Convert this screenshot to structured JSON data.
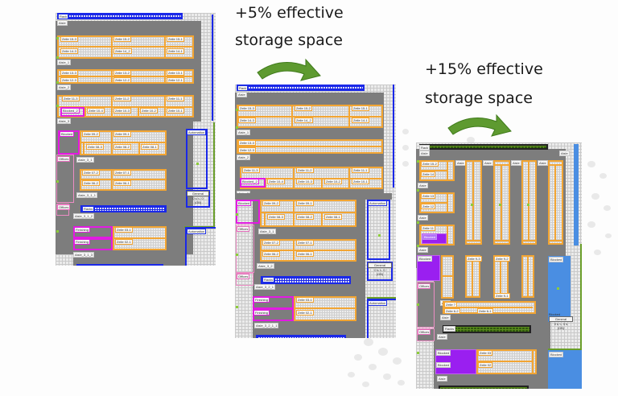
{
  "captions": {
    "step1_line1": "+5% effective",
    "step1_line2": "storage space",
    "step2_line1": "+15% effective",
    "step2_line2": "storage space"
  },
  "colors": {
    "rack_orange": "#f2a533",
    "automation_blue": "#1a28e8",
    "blocked_magenta": "#e21ae2",
    "offices_pink": "#ec8cc4",
    "blocked_purple": "#9a1ff0",
    "blocked_blue": "#4a8ee2",
    "aisle_gray": "#7d7d7d",
    "arrow_green": "#5e9a30",
    "dense_rack_green": "#2f5a0c"
  },
  "layouts": [
    {
      "name": "original",
      "labels": {
        "racks_top": "Rack",
        "aisle_top": "Aisle",
        "z15_3": "Zeile 15-3",
        "z15_2": "Zeile 15-2",
        "z15_1": "Zeile 15-1",
        "z14_3": "Zeile 14-3",
        "z14_2": "Zeile 14_2",
        "z14_1": "Zeile 14-1",
        "aisle_1": "Aisle_1",
        "z13_3": "Zeile 13-3",
        "z13_2": "Zeile 13-2",
        "z13_1": "Zeile 13-1",
        "z12_3": "Zeile 12-3",
        "z12_2": "Zeile 12-2",
        "z12_1": "Zeile 12-1",
        "aisle_2": "Aisle_2",
        "z11_3": "Zeile 11-3",
        "z11_2": "Zeile 11-2",
        "z11_1": "Zeile 11-1",
        "blocked_2": "Blocked_2",
        "z10_4": "Zeile 10-4",
        "z10_3": "Zeile 10-3",
        "z10_2": "Zeile 10-2",
        "z10_1": "Zeile 10-1",
        "aisle_3": "Aisle_3",
        "blocked": "Blocked",
        "z09_2": "Zeile 09-2",
        "z09_1": "Zeile 09-1",
        "z08_3": "Zeile 08-3",
        "z08_2": "Zeile 08-2",
        "z08_1": "Zeile 08-1",
        "offices_1": "Offices",
        "aisle_3_1": "Aisle_3_1",
        "z07_2": "Zeile 07-2",
        "z07_1": "Zeile 07-1",
        "z06_2": "Zeile 06-2",
        "z06_1": "Zeile 06-1",
        "aisle_3_1_1": "Aisle_3_1_1",
        "offices_2": "Offices",
        "racks": "Racks",
        "aisle_3_1_2": "Aisle_3_1_2",
        "finishing_1": "Finishing",
        "finishing_2": "Finishing",
        "z03_1": "Zeile 03-1",
        "z02_1": "Zeile 02-1",
        "aisle_3_1_3": "Aisle_3_1_3",
        "automation_1": "Automation",
        "automation_2": "Automation",
        "control": "Control",
        "control_sub": "General",
        "control_time": "0 s <- 0",
        "control_gb": "(GB)"
      }
    },
    {
      "name": "optimized_5pct",
      "labels": {
        "racks_top": "Rack",
        "aisle_top": "Aisle",
        "z15_3": "Zeile 15-3",
        "z15_2": "Zeile 15-2",
        "z15_1": "Zeile 15-1",
        "z14_3": "Zeile 14-3",
        "z14_2": "Zeile 14_2",
        "z14_1": "Zeile 14-1",
        "aisle_1": "Aisle_1",
        "z13_3": "Zeile 13-3",
        "z12_3": "Zeile 12-3",
        "aisle_2": "Aisle_2",
        "z11_3": "Zeile 11-3",
        "z11_2": "Zeile 11-2",
        "z11_1": "Zeile 11-1",
        "blocked_2": "Blocked_2",
        "z10_4": "Zeile 10-4",
        "z10_3": "Zeile 10-3",
        "z10_2": "Zeile 10-2",
        "z10_1": "Zeile 10-1",
        "aisle_3": "Aisle_3",
        "blocked": "Blocked",
        "z09_2": "Zeile 09-2",
        "z09_1": "Zeile 09-1",
        "z08_3": "Zeile 08-3",
        "z08_2": "Zeile 08-2",
        "z08_1": "Zeile 08-1",
        "offices_1": "Offices",
        "aisle_3_1": "Aisle_3_1",
        "z07_2": "Zeile 07-2",
        "z07_1": "Zeile 07-1",
        "z06_2": "Zeile 06-2",
        "z06_1": "Zeile 06-1",
        "aisle_3_2": "Aisle_3_2",
        "offices_2": "Offices",
        "racks": "Racks",
        "aisle_3_2_1": "Aisle_3_2_1",
        "finishing_1": "Finishing",
        "finishing_2": "Finishing",
        "z03_1": "Zeile 03-1",
        "z02_1": "Zeile 02-1",
        "aisle_3_2_1_1": "Aisle_3_2_1_1",
        "automation_1": "Automation",
        "automation_2": "Automation",
        "control": "Control",
        "control_sub": "General",
        "control_time": "0 s <- 0",
        "control_gb": "(GB)"
      }
    },
    {
      "name": "optimized_15pct",
      "labels": {
        "racks_top": "Rack",
        "aisle_top": "Aisle",
        "aisle_top_right": "Aisle",
        "z15_2": "Zeile 15-2",
        "z14": "Zeile 14",
        "aisle_col_1": "Aisle",
        "aisle_col_2": "Aisle",
        "aisle_col_3": "Aisle",
        "aisle_col_4": "Aisle",
        "aisle_a": "Aisle",
        "z13": "Zeile 13",
        "z12": "Zeile 12",
        "aisle_b": "Aisle",
        "z11": "Zeile 11",
        "blocked_small": "Blocked",
        "aisle_c": "Aisle",
        "blocked_big": "Blocked",
        "z9_3": "Zeile 9-3",
        "z9_2": "Zeile 9-2",
        "z9_1": "Zeile 9-1",
        "offices_1": "Offices",
        "aisle_d": "Aisle",
        "z7": "Zeile 7",
        "z6_2": "Zeile 6-2",
        "z6_1": "Zeile 6-1",
        "aisle_e": "Aisle",
        "offices_2": "Offices",
        "racks": "Racks",
        "aisle_f": "Aisle",
        "blocked_f1": "Blocked",
        "blocked_f2": "Blocked",
        "z03": "Zeile 03",
        "z02": "Zeile 02",
        "aisle_g": "Aisle",
        "blocked_right_1": "Blocked",
        "blocked_right_2": "Blocked",
        "control": "Blocked",
        "control_sub": "General",
        "control_time": "0 s <- 0 s",
        "control_gb": "(GB)"
      }
    }
  ]
}
